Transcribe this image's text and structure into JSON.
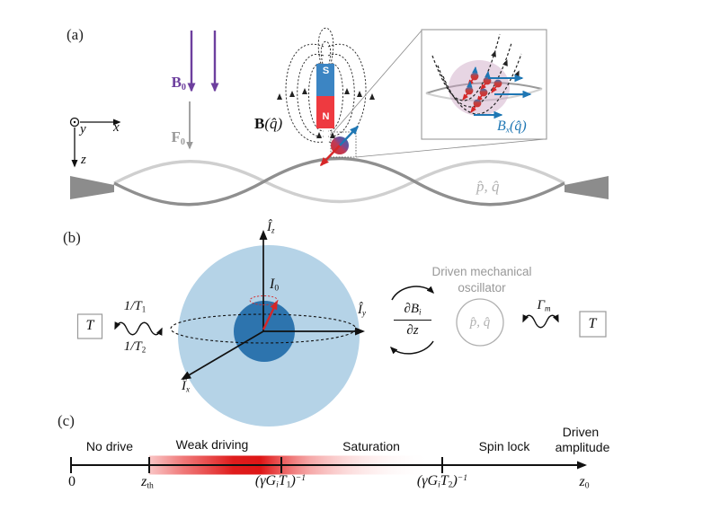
{
  "figure": {
    "type": "three-panel physics schematic",
    "panels": [
      "a",
      "b",
      "c"
    ]
  },
  "colors": {
    "static_field_purple": "#6d3f9e",
    "force_gray": "#999999",
    "string_dark": "#8f8f8f",
    "string_light": "#cfcfcf",
    "clamp_gray": "#8c8c8c",
    "magnet_south_blue": "#3c85c3",
    "magnet_north_red": "#ee3a40",
    "bloch_outer_blue": "#b5d3e7",
    "bloch_inner_blue": "#2d74ae",
    "spin_red": "#d62728",
    "spin_blue": "#1f77b4",
    "drive_band_red": "#de1616",
    "blob_pink": "#c9a2c0"
  },
  "panel_a": {
    "tag": "(a)",
    "b0_label": {
      "base": "B",
      "sub": "0"
    },
    "f0_label": {
      "base": "F",
      "sub": "0"
    },
    "axis_x": "x",
    "axis_y": "y",
    "axis_z": "z",
    "field_label": {
      "bold": "B",
      "rest": "(q̂)"
    },
    "magnet": {
      "south": "S",
      "north": "N"
    },
    "mode_label": "p̂, q̂",
    "inset_field_label": {
      "base": "B",
      "sub": "x",
      "rest": "(q̂)"
    }
  },
  "panel_b": {
    "tag": "(b)",
    "bath_left": "T",
    "bath_right": "T",
    "rate_t1": {
      "base": "1/T",
      "sub": "1"
    },
    "rate_t2": {
      "base": "1/T",
      "sub": "2"
    },
    "i0_label": {
      "base": "I",
      "sub": "0"
    },
    "axis_iz": {
      "base": "Î",
      "sub": "z"
    },
    "axis_iy": {
      "base": "Î",
      "sub": "y"
    },
    "axis_ix": {
      "base": "Î",
      "sub": "x"
    },
    "coupling_numerator": {
      "base": "∂B",
      "sub": "i"
    },
    "coupling_denominator": "∂z",
    "oscillator_title_line1": "Driven mechanical",
    "oscillator_title_line2": "oscillator",
    "oscillator_ops": "p̂, q̂",
    "gamma_m": {
      "base": "Γ",
      "sub": "m"
    }
  },
  "panel_c": {
    "tag": "(c)",
    "regions": [
      "No drive",
      "Weak driving",
      "Saturation",
      "Spin lock"
    ],
    "axis_title_line1": "Driven",
    "axis_title_line2": "amplitude",
    "tick_zero": "0",
    "tick_zth": {
      "base": "z",
      "sub": "th"
    },
    "tick_t1": {
      "p1": "(γG",
      "s1": "i",
      "p2": "T",
      "s2": "1",
      "p3": ")",
      "sup": "−1"
    },
    "tick_t2": {
      "p1": "(γG",
      "s1": "i",
      "p2": "T",
      "s2": "2",
      "p3": ")",
      "sup": "−1"
    },
    "tick_z0": {
      "base": "z",
      "sub": "0"
    }
  }
}
